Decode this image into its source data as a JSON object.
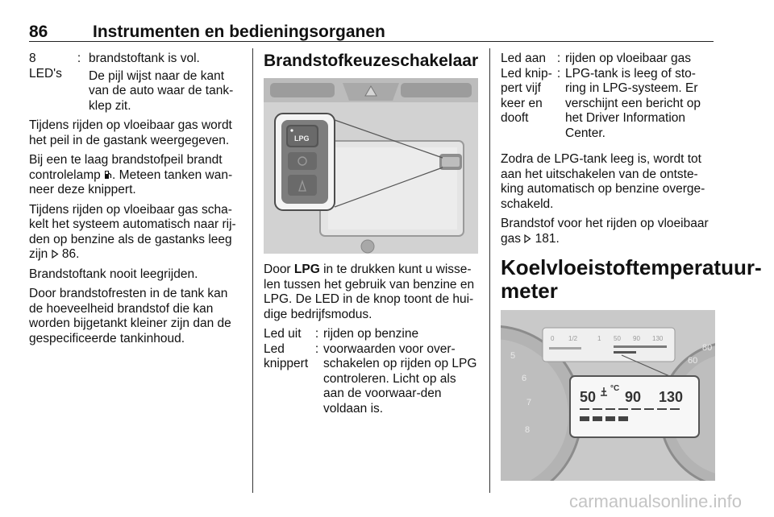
{
  "header": {
    "page_number": "86",
    "title": "Instrumenten en bedieningsorganen"
  },
  "col1": {
    "tbl": {
      "key1": "8",
      "key2": "LED's",
      "sep": ":",
      "val1": "brandstoftank is vol.",
      "val2": "De pijl wijst naar de kant van de auto waar de tank-klep zit."
    },
    "p1": "Tijdens rijden op vloeibaar gas wordt het peil in de gastank weergegeven.",
    "p2_a": "Bij een te laag brandstofpeil brandt controlelamp ",
    "p2_b": ". Meteen tanken wan-neer deze knippert.",
    "p3_a": "Tijdens rijden op vloeibaar gas scha-kelt het systeem automatisch naar rij-den op benzine als de gastanks leeg zijn ",
    "p3_b": " 86.",
    "p4": "Brandstoftank nooit leegrijden.",
    "p5": "Door brandstofresten in de tank kan de hoeveelheid brandstof die kan worden bijgetankt kleiner zijn dan de gespecificeerde tankinhoud."
  },
  "col2": {
    "heading": "Brandstofkeuzeschakelaar",
    "figure": {
      "button_label": "LPG"
    },
    "p1_a": "Door ",
    "p1_b": "LPG",
    "p1_c": " in te drukken kunt u wisse-len tussen het gebruik van benzine en LPG. De LED in de knop toont de hui-dige bedrijfsmodus.",
    "rows": [
      {
        "k": "Led uit",
        "sep": ":",
        "v": "rijden op benzine"
      },
      {
        "k": "Led knippert",
        "sep": ":",
        "v": "voorwaarden voor over-schakelen op rijden op LPG controleren. Licht op als aan de voorwaar-den voldaan is."
      }
    ]
  },
  "col3": {
    "rows": [
      {
        "k": "Led aan",
        "sep": ":",
        "v": "rijden op vloeibaar gas"
      },
      {
        "k": "Led knip-pert vijf keer en dooft",
        "sep": ":",
        "v": "LPG-tank is leeg of sto-ring in LPG-systeem. Er verschijnt een bericht op het Driver Information Center."
      }
    ],
    "p1": "Zodra de LPG-tank leeg is, wordt tot aan het uitschakelen van de ontste-king automatisch op benzine overge-schakeld.",
    "p2_a": "Brandstof voor het rijden op vloeibaar gas ",
    "p2_b": " 181.",
    "heading": "Koelvloeistoftemperatuur-meter",
    "gauge": {
      "top_ticks": [
        "0",
        "1/2",
        "1",
        "50",
        "90",
        "130"
      ],
      "zoom_ticks": [
        "50",
        "90",
        "130"
      ],
      "unit": "°C",
      "dial_left": [
        "5",
        "6",
        "7",
        "8"
      ],
      "dial_right": [
        "60",
        "80"
      ]
    }
  },
  "watermark": "carmanualsonline.info"
}
